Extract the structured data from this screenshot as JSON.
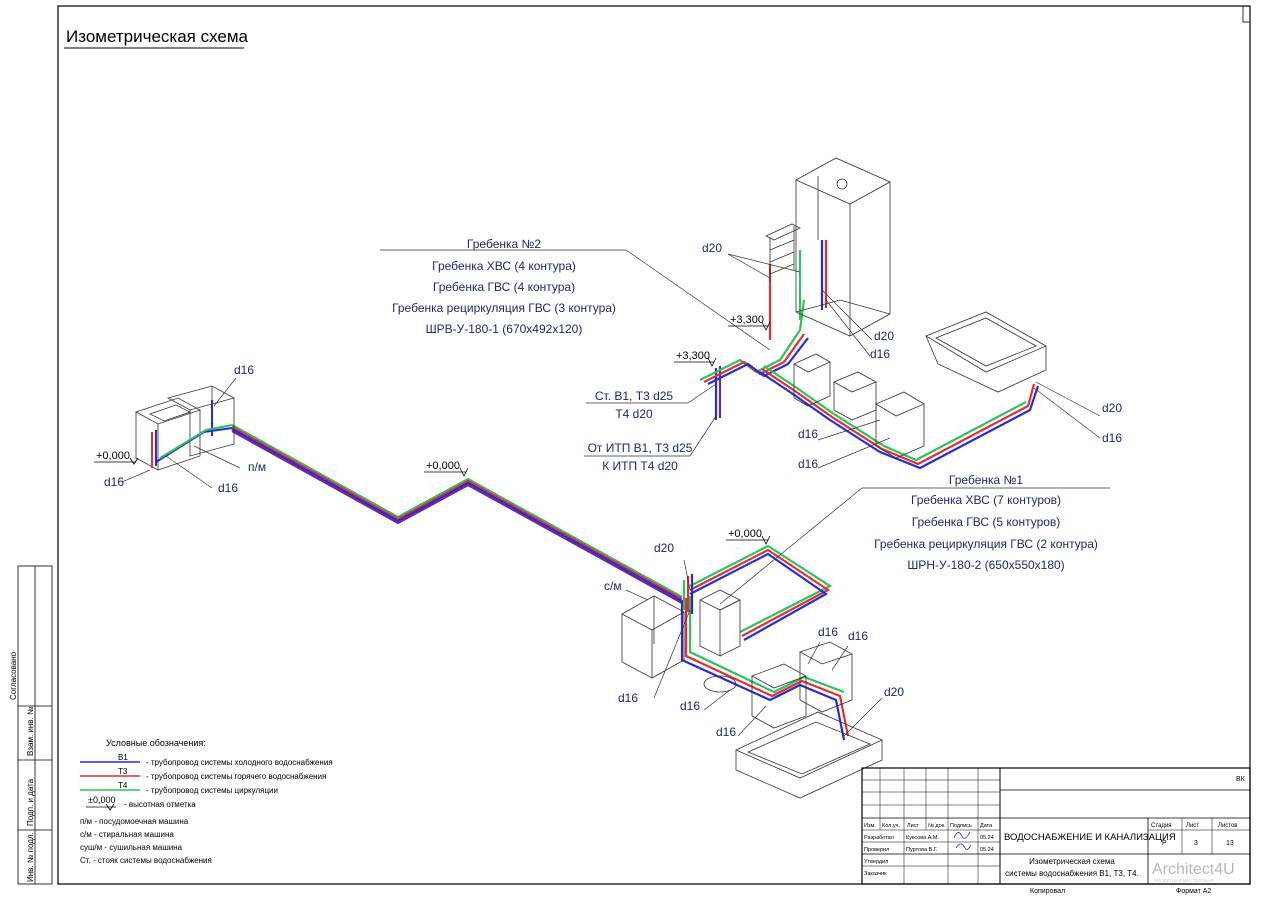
{
  "title": "Изометрическая схема",
  "callouts": {
    "manifold2": [
      "Гребенка №2",
      "Гребенка ХВС (4 контура)",
      "Гребенка ГВС (4 контура)",
      "Гребенка рециркуляция ГВС (3 контура)",
      "ШРВ-У-180-1 (670х492х120)"
    ],
    "riser": [
      "Ст. В1, Т3 d25",
      "Т4 d20"
    ],
    "itp": [
      "От ИТП В1, Т3 d25",
      "К ИТП Т4 d20"
    ],
    "manifold1": [
      "Гребенка №1",
      "Гребенка ХВС (7 контуров)",
      "Гребенка ГВС (5 контуров)",
      "Гребенка рециркуляция ГВС (2 контура)",
      "ШРН-У-180-2 (650х550х180)"
    ]
  },
  "elevations": {
    "e_kitchen": "+0,000",
    "e_mid": "+0,000",
    "e_right": "+0,000",
    "e_up1": "+3,300",
    "e_up2": "+3,300"
  },
  "pipe_labels": {
    "d16_a": "d16",
    "d16_b": "d16",
    "d16_c": "d16",
    "d20_a": "d20",
    "d20_b": "d20",
    "d16_d": "d16",
    "d20_c": "d20",
    "d16_e": "d16",
    "d16_f": "d16",
    "d20_d": "d20",
    "d16_g": "d16",
    "d16_h": "d16",
    "d16_i": "d16",
    "d16_j": "d16",
    "d20_e": "d20",
    "d16_k": "d16"
  },
  "equipment_labels": {
    "dishwasher": "п/м",
    "washer": "с/м"
  },
  "legend": {
    "title": "Условные обозначения:",
    "items": [
      {
        "code": "В1",
        "text": "- трубопровод системы холодного водоснабжения",
        "color": "#2a2ad8"
      },
      {
        "code": "Т3",
        "text": "- трубопровод системы горячего водоснабжения",
        "color": "#e03030"
      },
      {
        "code": "Т4",
        "text": "- трубопровод системы циркуляции",
        "color": "#30c060"
      }
    ],
    "elev_sample": "±0,000",
    "elev_text": "- высотная отметка",
    "abbr": [
      "п/м - посудомоечная машина",
      "с/м - стиральная машина",
      "суш/м - сушильная машина",
      "Ст. - стояк системы водоснабжения"
    ]
  },
  "side_stamp": [
    "Согласовано",
    "Взам. инв. №",
    "Подп. и дата",
    "Инв. № подл."
  ],
  "title_block": {
    "code": "ВК",
    "headers": [
      "Изм.",
      "Кол.уч.",
      "Лист",
      "№ док.",
      "Подпись",
      "Дата"
    ],
    "rows": [
      {
        "role": "Разработал",
        "name": "Куксова А.М.",
        "date": "05.24"
      },
      {
        "role": "Проверил",
        "name": "Пуртова В.Г.",
        "date": "05.24"
      },
      {
        "role": "Утвердил",
        "name": "",
        "date": ""
      },
      {
        "role": "Заказчик",
        "name": "",
        "date": ""
      }
    ],
    "project": "ВОДОСНАБЖЕНИЕ И КАНАЛИЗАЦИЯ",
    "stage_h": "Стадия",
    "sheet_h": "Лист",
    "sheets_h": "Листов",
    "stage": "Р",
    "sheet": "3",
    "sheets": "13",
    "drawing": [
      "Изометрическая схема",
      "системы водоснабжения В1, Т3, Т4."
    ],
    "watermark": "Architect4U",
    "watermark_sub": "ПРОЕКТНАЯ МАСТЕРСКАЯ",
    "copied": "Копировал",
    "format": "Формат А2"
  },
  "colors": {
    "cold": "#2a2ad8",
    "hot": "#e03030",
    "circ": "#30c060",
    "text": "#1a2a6a"
  }
}
